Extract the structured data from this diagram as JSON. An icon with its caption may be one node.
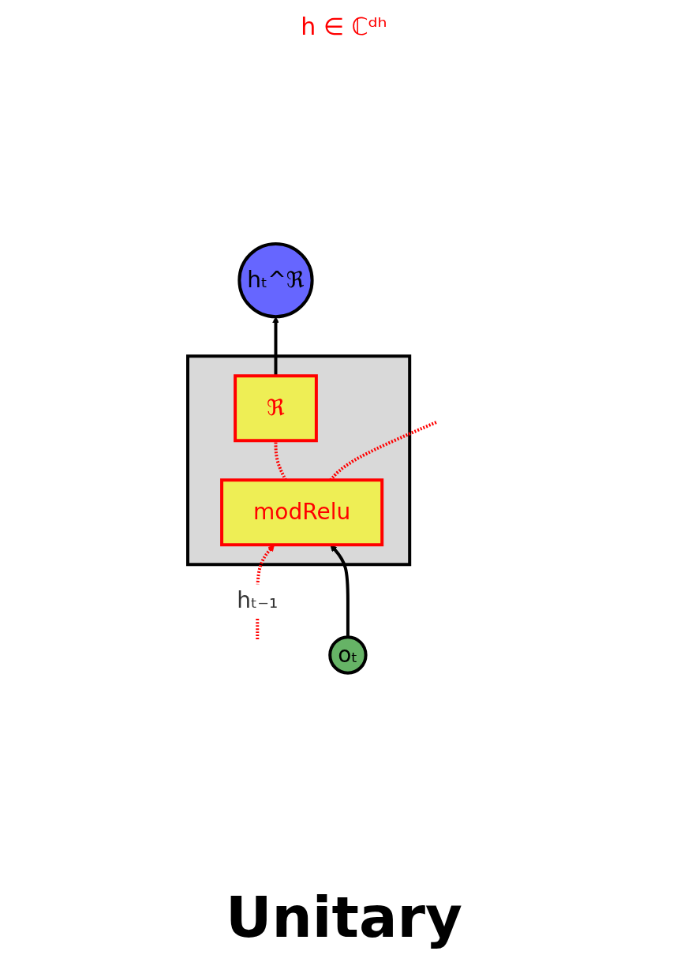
{
  "diagram": {
    "title": "Unitary",
    "nodes": [
      {
        "text": [],
        "shape": "box"
      },
      {
        "text": [
          "modRelu"
        ],
        "in": 0
      },
      {
        "text": [
          "ℜ"
        ],
        "in": 0
      },
      {
        "text": [
          "hₜ^ℜ"
        ]
      },
      {
        "text": [
          "oₜ"
        ]
      }
    ],
    "edges": [
      {
        "from": null,
        "to": 1,
        "arrow": "to",
        "label": "hₜ₋₁",
        "style": "dashed",
        "color": "#ff0000"
      },
      {
        "from": 4,
        "to": 1,
        "arrow": "to",
        "color": "#000000"
      },
      {
        "from": 1,
        "to": 2,
        "arrow": "none",
        "style": "dashed",
        "color": "#ff0000"
      },
      {
        "from": 1,
        "to": null,
        "arrow": "none",
        "style": "dashed",
        "color": "#ff0000"
      },
      {
        "from": 2,
        "to": 3,
        "arrow": "to",
        "color": "#000000"
      }
    ],
    "labels": [
      "h ∈ ℂᵈʰ"
    ]
  }
}
